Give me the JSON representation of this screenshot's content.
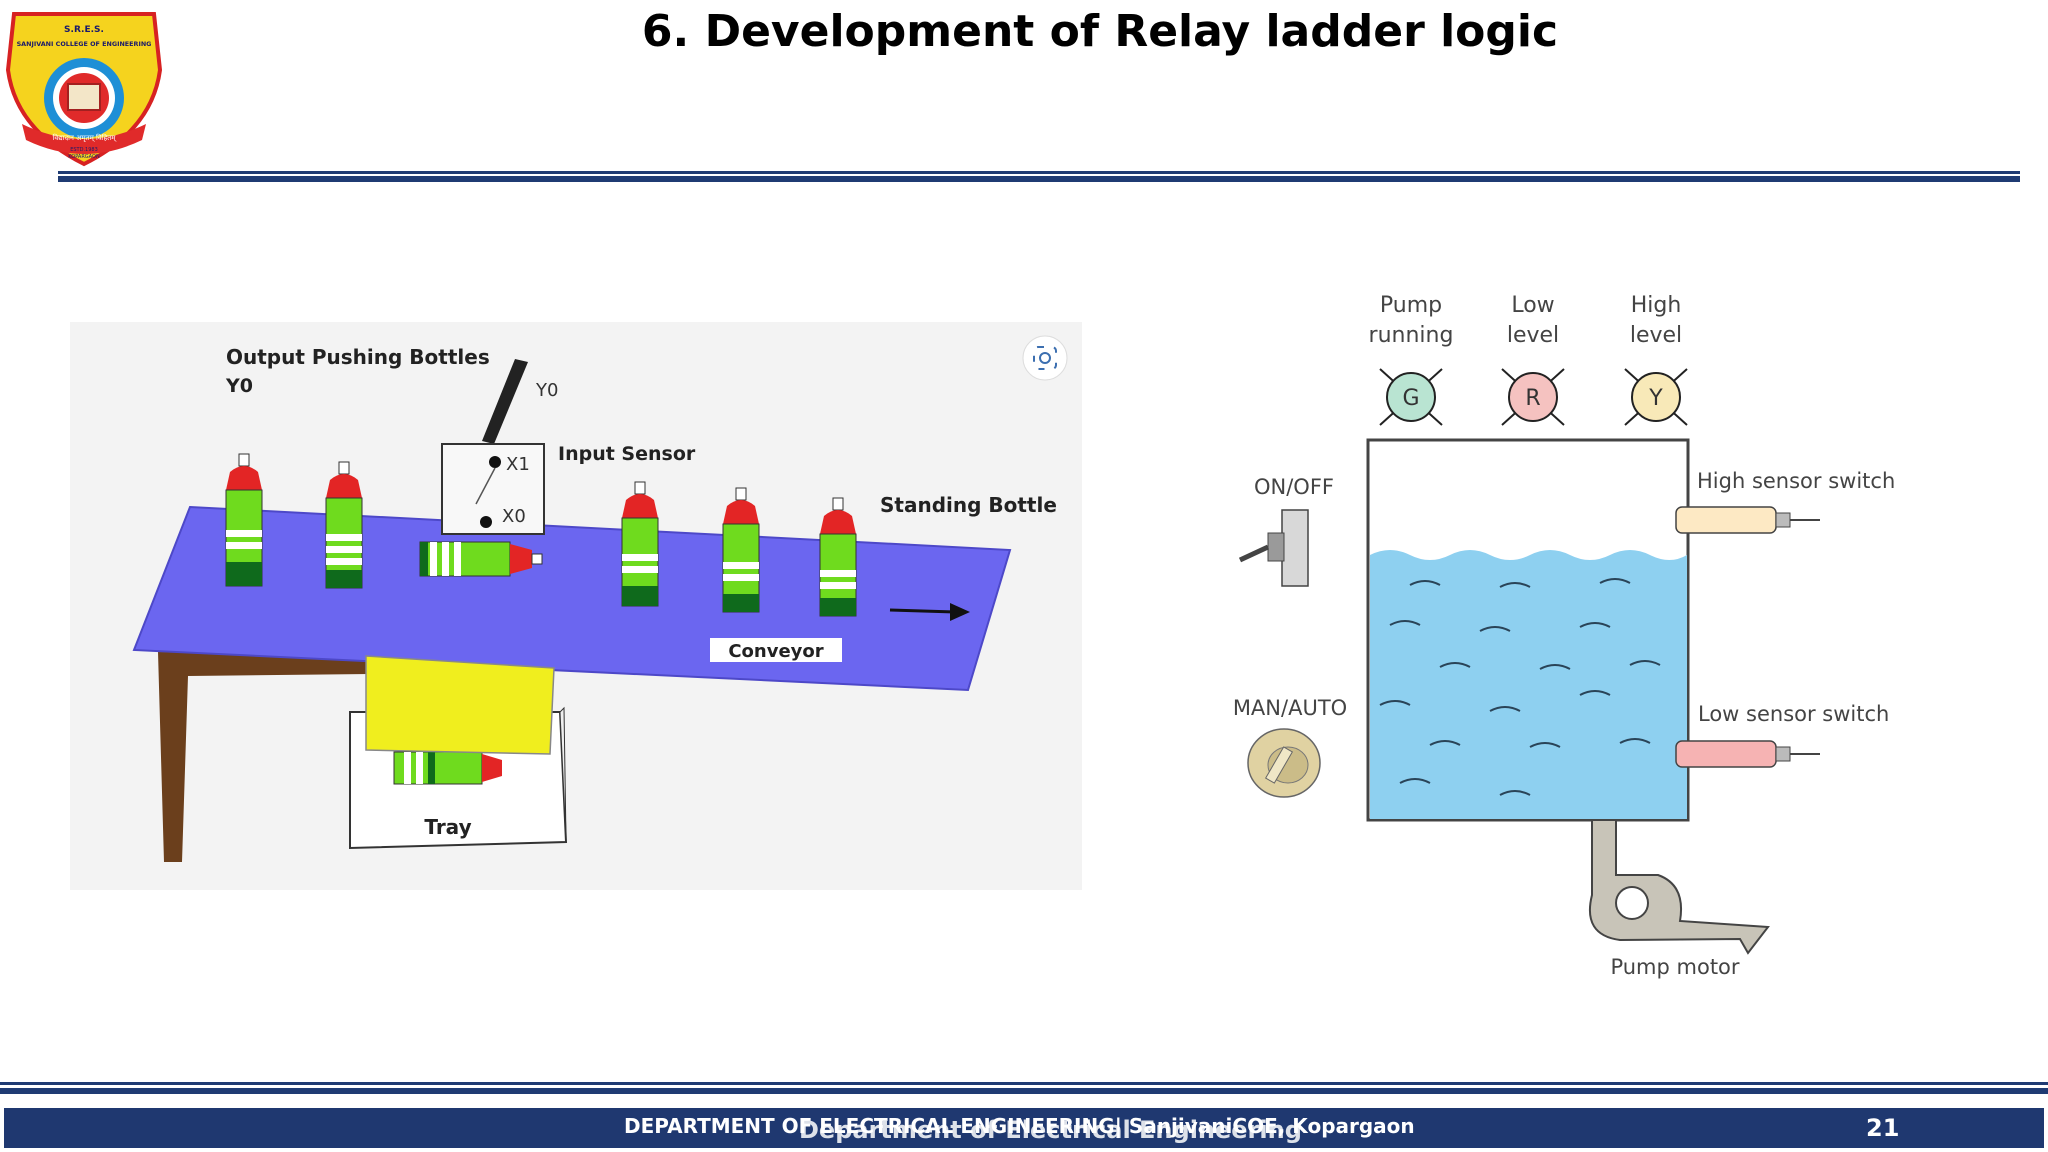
{
  "slide": {
    "title": "6.  Development of Relay ladder logic",
    "page_number": "21",
    "footer": "DEPARTMENT OF ELECTRICAL ENGINEERING| SanjivaniCOE, Kopargaon",
    "footer_overlay": "Department of Electrical Engineering",
    "logo": {
      "org_top": "S.R.E.S.",
      "org_name": "SANJIVANI COLLEGE OF ENGINEERING",
      "ribbon": "विद्यादान अमृतम् विहितम्",
      "estd": "ESTD.1983",
      "city": "KOPARGAON"
    }
  },
  "figure_left": {
    "output_label": "Output Pushing Bottles",
    "output_tag": "Y0",
    "actuator_tag": "Y0",
    "sensor_label": "Input Sensor",
    "x1": "X1",
    "x0": "X0",
    "standing_label": "Standing Bottle",
    "conveyor_label": "Conveyor",
    "tray_label": "Tray"
  },
  "figure_right": {
    "lamp_g_line1": "Pump",
    "lamp_g_line2": "running",
    "lamp_g_letter": "G",
    "lamp_r_line1": "Low",
    "lamp_r_line2": "level",
    "lamp_r_letter": "R",
    "lamp_y_line1": "High",
    "lamp_y_line2": "level",
    "lamp_y_letter": "Y",
    "onoff": "ON/OFF",
    "manauto": "MAN/AUTO",
    "high_switch": "High sensor switch",
    "low_switch": "Low sensor switch",
    "pump_motor": "Pump motor"
  },
  "colors": {
    "brand_navy": "#1f3870",
    "conveyor": "#6b66f0",
    "tray_lid": "#f0ee1e",
    "water": "#8ed0f0"
  }
}
